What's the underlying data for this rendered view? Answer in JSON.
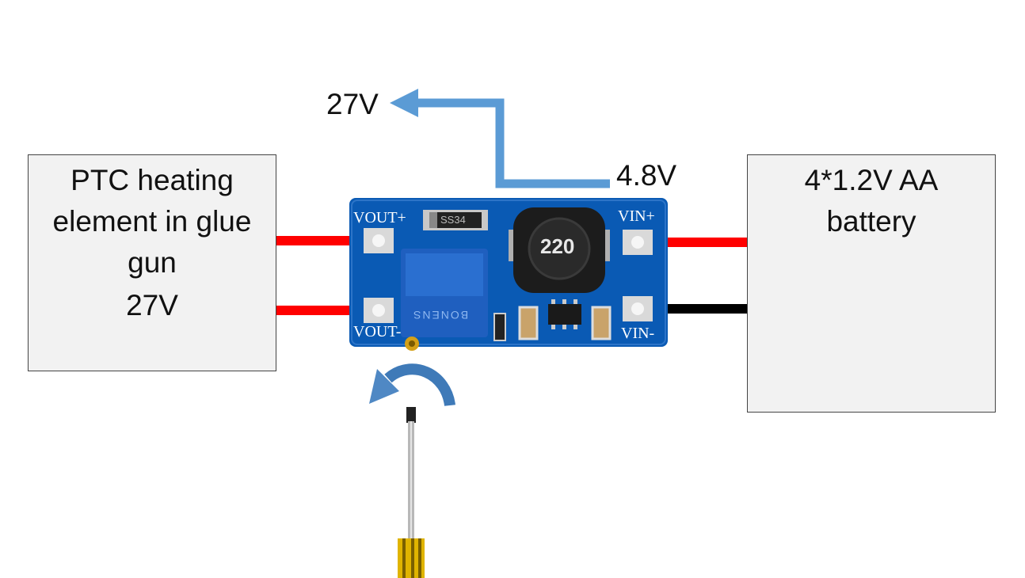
{
  "load_box": {
    "lines": [
      "PTC heating",
      "element in glue",
      "gun",
      "27V"
    ]
  },
  "battery_box": {
    "lines": [
      "4*1.2V AA",
      "battery"
    ]
  },
  "labels": {
    "output_voltage": "27V",
    "input_voltage": "4.8V"
  },
  "board": {
    "vout_plus": "VOUT+",
    "vout_minus": "VOUT-",
    "vin_plus": "VIN+",
    "vin_minus": "VIN-",
    "inductor_marking": "220",
    "diode_marking": "SS34",
    "pot_marking": "BONENS"
  },
  "colors": {
    "board": "#0a5ab4",
    "wire_positive": "#ff0000",
    "wire_negative": "#000000",
    "arrow": "#5b9bd5",
    "box_fill": "#f2f2f2"
  }
}
